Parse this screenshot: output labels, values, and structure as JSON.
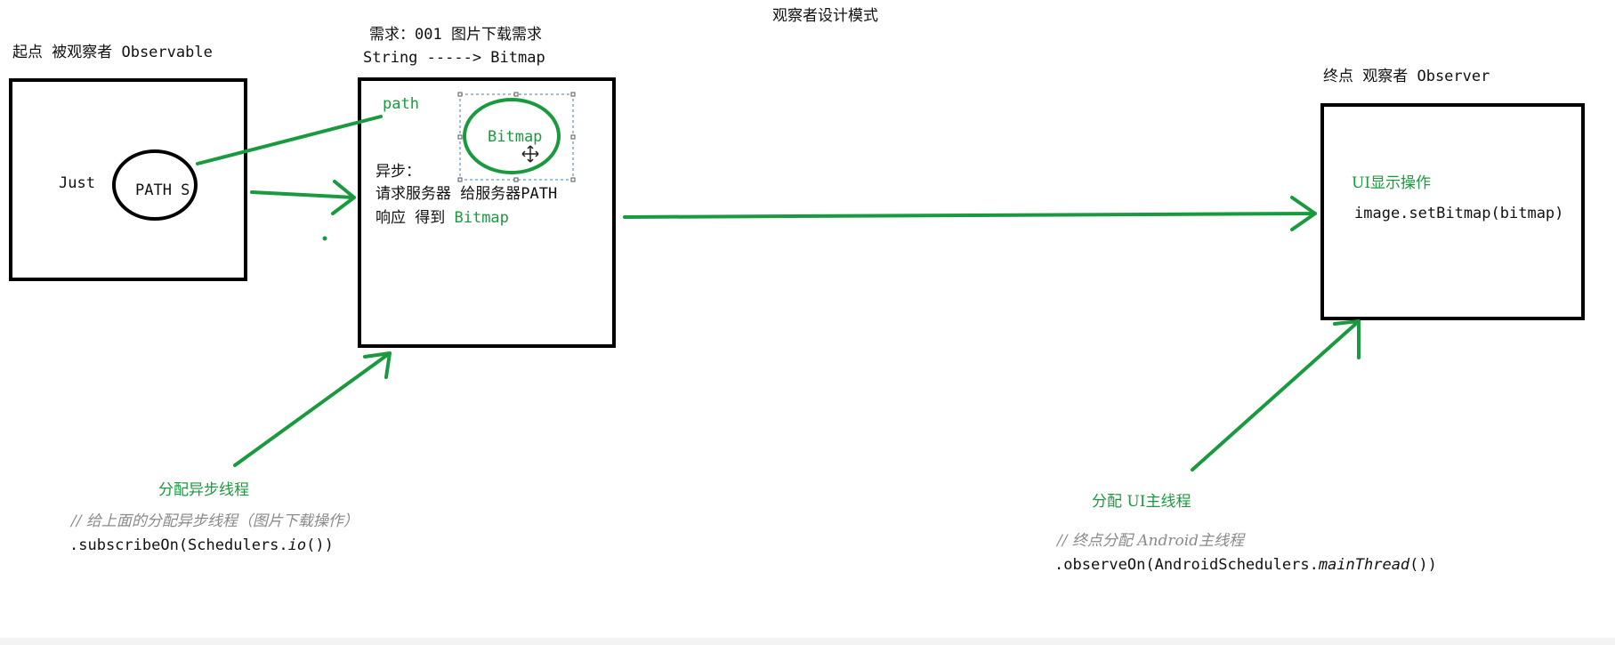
{
  "title": "观察者设计模式",
  "source": {
    "label": "起点  被观察者 Observable",
    "just": "Just",
    "path": "PATH S"
  },
  "middle": {
    "title": "需求：001 图片下载需求",
    "subtitle": "String -----> Bitmap",
    "path": "path",
    "bitmap_circle": "Bitmap",
    "async_label": "异步：",
    "line1": "请求服务器 给服务器PATH",
    "line2_prefix": "响应 得到 ",
    "line2_bitmap": "Bitmap"
  },
  "observer": {
    "label": "终点 观察者 Observer",
    "ui_op": "UI显示操作",
    "code": "image.setBitmap(bitmap)"
  },
  "left_bottom": {
    "label": "分配异步线程",
    "comment": "// 给上面的分配异步线程（图片下载操作）",
    "code_prefix": ".subscribeOn(Schedulers.",
    "code_method": "io",
    "code_suffix": "())"
  },
  "right_bottom": {
    "label": "分配 UI主线程",
    "comment": "// 终点分配 Android主线程",
    "code_prefix": ".observeOn(AndroidSchedulers.",
    "code_method": "mainThread",
    "code_suffix": "())"
  },
  "colors": {
    "green": "#1a9a3e",
    "selection": "#3b7fbf",
    "black": "#000000"
  }
}
